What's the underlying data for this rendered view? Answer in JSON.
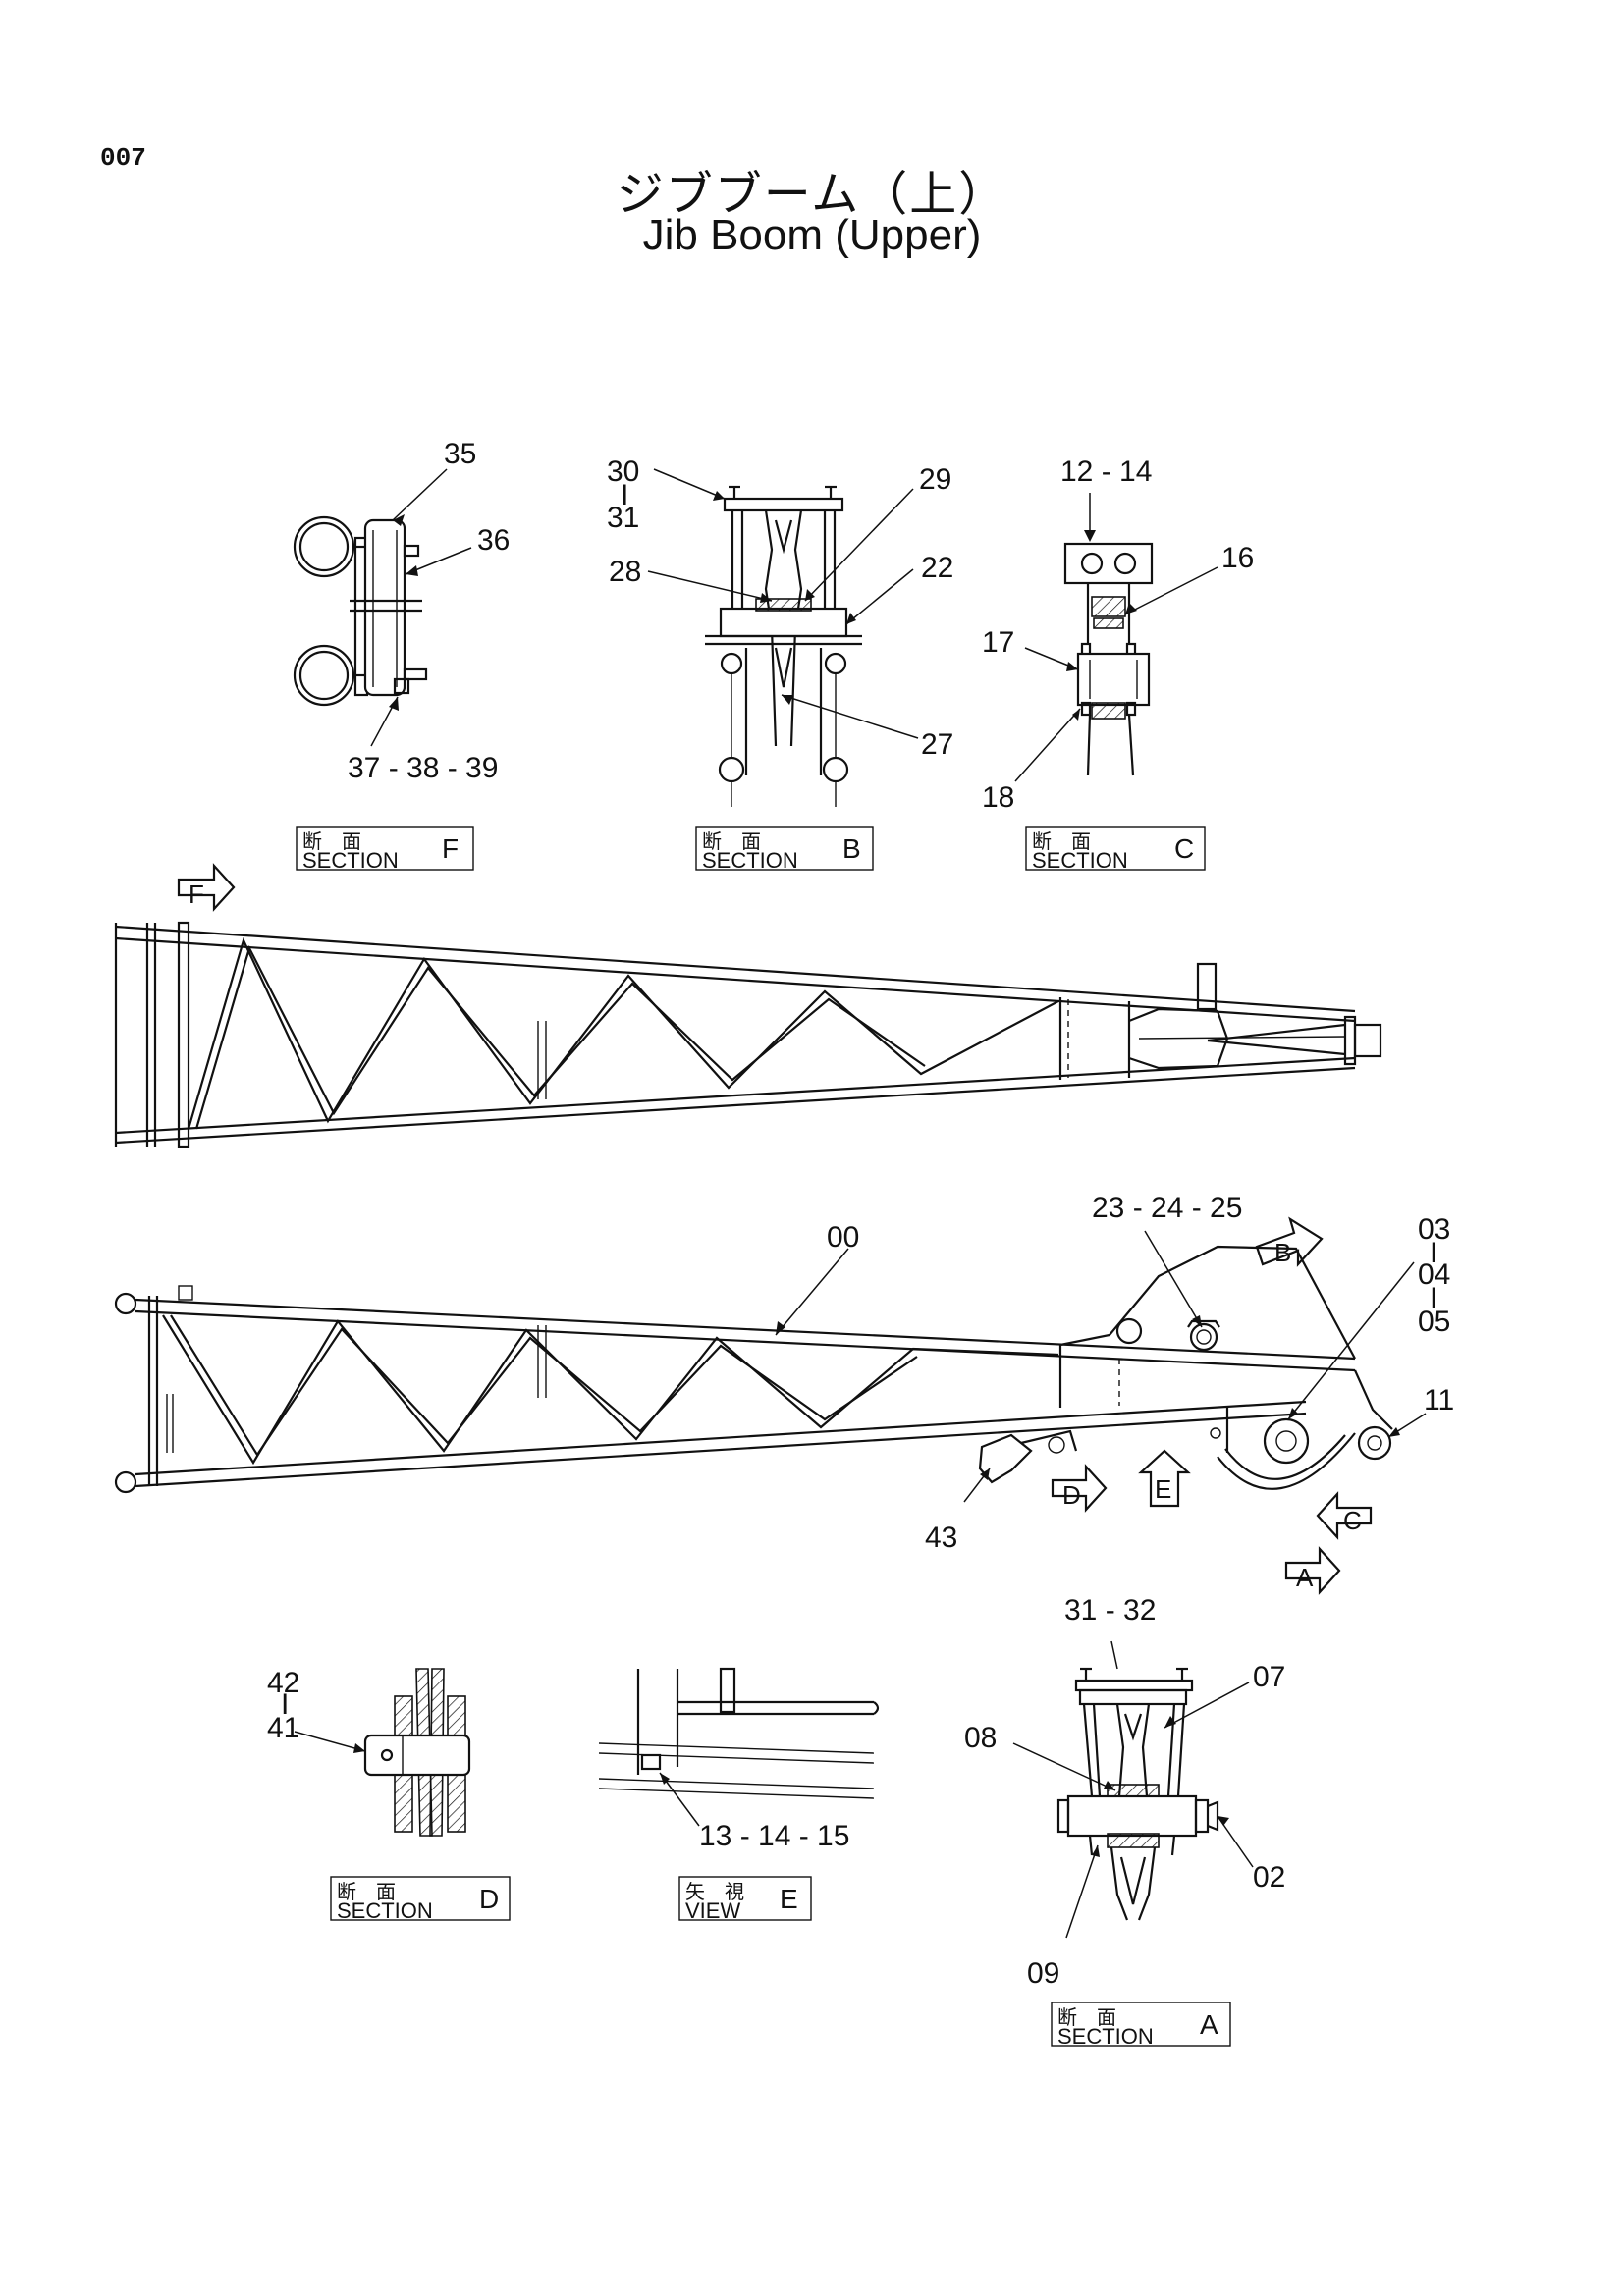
{
  "page_number": "007",
  "title_jp": "ジブブーム（上）",
  "title_en": "Jib Boom (Upper)",
  "sections": [
    {
      "jp": "断　面",
      "en": "SECTION",
      "letter": "F"
    },
    {
      "jp": "断　面",
      "en": "SECTION",
      "letter": "B"
    },
    {
      "jp": "断　面",
      "en": "SECTION",
      "letter": "C"
    },
    {
      "jp": "断　面",
      "en": "SECTION",
      "letter": "D"
    },
    {
      "jp": "矢　視",
      "en": "VIEW",
      "letter": "E"
    },
    {
      "jp": "断　面",
      "en": "SECTION",
      "letter": "A"
    }
  ],
  "view_arrows": {
    "f": "F",
    "b": "B",
    "a": "A",
    "c": "C",
    "d": "D",
    "e": "E"
  },
  "labels": {
    "p35": "35",
    "p36": "36",
    "p37_39": "37 - 38 - 39",
    "p30": "30",
    "p30_dash": "I",
    "p31": "31",
    "p29": "29",
    "p28": "28",
    "p22": "22",
    "p27": "27",
    "p12_14": "12 - 14",
    "p16": "16",
    "p17": "17",
    "p18": "18",
    "p00": "00",
    "p23_25": "23 - 24 - 25",
    "p03": "03",
    "p03_dash": "I",
    "p04": "04",
    "p04_dash": "I",
    "p05": "05",
    "p11": "11",
    "p43": "43",
    "p42": "42",
    "p42_dash": "I",
    "p41": "41",
    "p13_15": "13 - 14 - 15",
    "p31_32": "31 - 32",
    "p07": "07",
    "p08": "08",
    "p02": "02",
    "p09": "09"
  }
}
